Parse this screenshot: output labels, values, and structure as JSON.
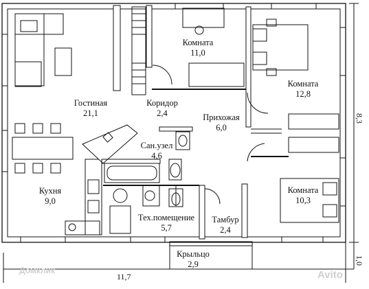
{
  "rooms": [
    {
      "key": "living",
      "name": "Гостиная",
      "area": "21,1"
    },
    {
      "key": "corridor",
      "name": "Коридор",
      "area": "2,4"
    },
    {
      "key": "room1",
      "name": "Комната",
      "area": "11,0"
    },
    {
      "key": "room2",
      "name": "Комната",
      "area": "12,8"
    },
    {
      "key": "hall",
      "name": "Прихожая",
      "area": "6,0"
    },
    {
      "key": "bath",
      "name": "Сан.узел",
      "area": "4,6"
    },
    {
      "key": "kitchen",
      "name": "Кухня",
      "area": "9,0"
    },
    {
      "key": "tech",
      "name": "Тех.помещение",
      "area": "5,7"
    },
    {
      "key": "vestibule",
      "name": "Тамбур",
      "area": "2,4"
    },
    {
      "key": "room3",
      "name": "Комната",
      "area": "10,3"
    },
    {
      "key": "porch",
      "name": "Крыльцо",
      "area": "2,9"
    }
  ],
  "dimensions": {
    "width": "11,7",
    "depth": "8,3",
    "porch_depth": "1,0"
  },
  "watermarks": {
    "left": "Домклик",
    "right": "Avito"
  }
}
